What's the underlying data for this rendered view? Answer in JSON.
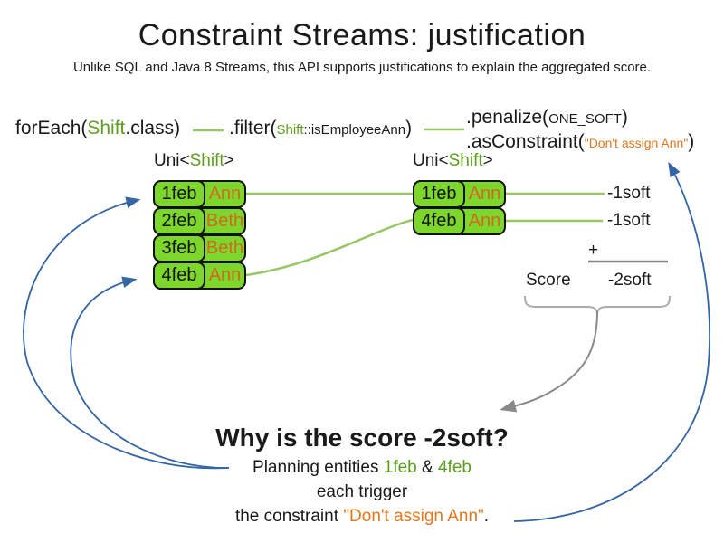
{
  "header": {
    "title": "Constraint Streams: justification",
    "subtitle": "Unlike SQL and Java 8 Streams, this API supports justifications to explain the aggregated score."
  },
  "code": {
    "foreach_pre": "forEach(",
    "foreach_type": "Shift",
    "foreach_post": ".class)",
    "filter_pre": ".filter(",
    "filter_type": "Shift",
    "filter_method": "::isEmployeeAnn",
    "filter_close": ")",
    "penalize_pre": ".penalize(",
    "penalize_arg": "ONE_SOFT",
    "penalize_close": ")",
    "asconstraint_pre": ".asConstraint(",
    "asconstraint_string": "\"Don't assign Ann\"",
    "asconstraint_close": ")"
  },
  "left_stream": {
    "title_pre": "Uni<",
    "title_type": "Shift",
    "title_post": ">",
    "rows": [
      {
        "date": "1feb",
        "name": "Ann"
      },
      {
        "date": "2feb",
        "name": "Beth"
      },
      {
        "date": "3feb",
        "name": "Beth"
      },
      {
        "date": "4feb",
        "name": "Ann"
      }
    ]
  },
  "right_stream": {
    "title_pre": "Uni<",
    "title_type": "Shift",
    "title_post": ">",
    "rows": [
      {
        "date": "1feb",
        "name": "Ann"
      },
      {
        "date": "4feb",
        "name": "Ann"
      }
    ]
  },
  "score_panel": {
    "match1": "-1soft",
    "match2": "-1soft",
    "plus": "+",
    "score_label": "Score",
    "total": "-2soft"
  },
  "why": {
    "heading": "Why is the score -2soft?",
    "line1_pre": "Planning entities ",
    "entity1": "1feb",
    "amp": " & ",
    "entity2": "4feb",
    "line2": "each trigger",
    "line3_pre": "the constraint ",
    "constraint": "\"Don't assign Ann\"",
    "line3_post": "."
  },
  "colors": {
    "green_fill": "#7cd62c",
    "green_text": "#5d9d20",
    "green_line": "#97c763",
    "orange_name": "#d2691e",
    "orange_string": "#e0791e",
    "blue_arrow": "#3465a4",
    "gray_arrow": "#8a8a8a",
    "gray_bracket": "#aaaaaa"
  }
}
